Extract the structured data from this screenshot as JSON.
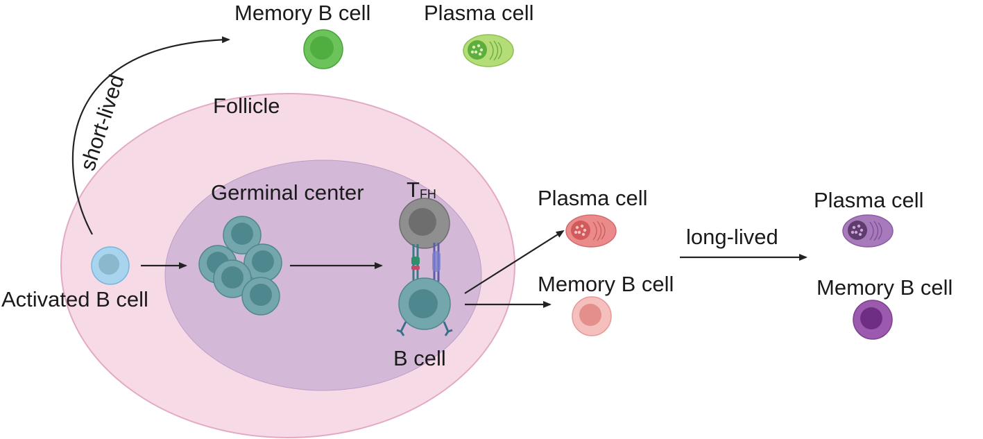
{
  "labels": {
    "memory_b_top": "Memory B cell",
    "plasma_top": "Plasma cell",
    "short_lived": "short-lived",
    "follicle": "Follicle",
    "germinal_center": "Germinal center",
    "tfh_main": "T",
    "tfh_sub": "FH",
    "activated_b": "Activated B cell",
    "b_cell": "B cell",
    "plasma_mid": "Plasma cell",
    "memory_b_mid": "Memory B cell",
    "long_lived": "long-lived",
    "plasma_right": "Plasma cell",
    "memory_b_right": "Memory B cell"
  },
  "colors": {
    "follicle": "#f6dbe7",
    "follicle_stroke": "#e3a9c4",
    "germinal_center": "#d4b8d8",
    "short_lived_memory": "#5dbb4a",
    "short_lived_plasma": "#a6d46a",
    "activated_b": "#a9d4ee",
    "gc_b_cell": "#6fa3a9",
    "tfh": "#8c8c8c",
    "mid_plasma": "#e58080",
    "mid_memory": "#f2b3b0",
    "long_plasma": "#9c6fb0",
    "long_memory": "#8d4f9e",
    "arrow": "#222222"
  }
}
